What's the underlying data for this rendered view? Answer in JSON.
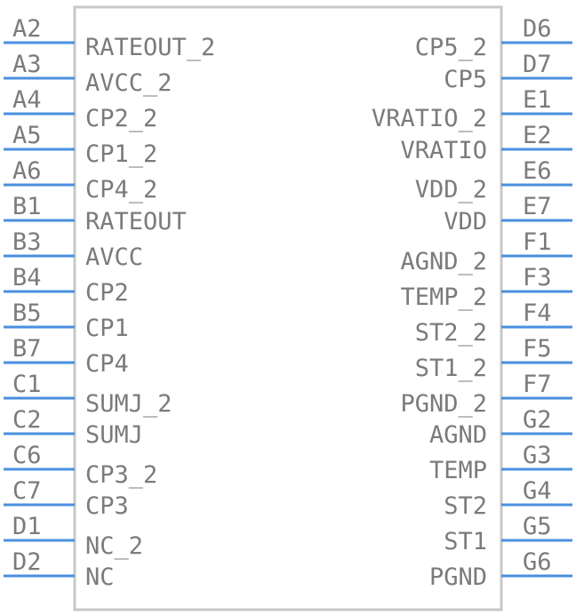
{
  "component": {
    "left_pins": [
      {
        "number": "A2",
        "name": "RATEOUT_2"
      },
      {
        "number": "A3",
        "name": "AVCC_2"
      },
      {
        "number": "A4",
        "name": "CP2_2"
      },
      {
        "number": "A5",
        "name": "CP1_2"
      },
      {
        "number": "A6",
        "name": "CP4_2"
      },
      {
        "number": "B1",
        "name": "RATEOUT"
      },
      {
        "number": "B3",
        "name": "AVCC"
      },
      {
        "number": "B4",
        "name": "CP2"
      },
      {
        "number": "B5",
        "name": "CP1"
      },
      {
        "number": "B7",
        "name": "CP4"
      },
      {
        "number": "C1",
        "name": "SUMJ_2"
      },
      {
        "number": "C2",
        "name": "SUMJ"
      },
      {
        "number": "C6",
        "name": "CP3_2"
      },
      {
        "number": "C7",
        "name": "CP3"
      },
      {
        "number": "D1",
        "name": "NC_2"
      },
      {
        "number": "D2",
        "name": "NC"
      }
    ],
    "right_pins": [
      {
        "number": "D6",
        "name": "CP5_2"
      },
      {
        "number": "D7",
        "name": "CP5"
      },
      {
        "number": "E1",
        "name": "VRATIO_2"
      },
      {
        "number": "E2",
        "name": "VRATIO"
      },
      {
        "number": "E6",
        "name": "VDD_2"
      },
      {
        "number": "E7",
        "name": "VDD"
      },
      {
        "number": "F1",
        "name": "AGND_2"
      },
      {
        "number": "F3",
        "name": "TEMP_2"
      },
      {
        "number": "F4",
        "name": "ST2_2"
      },
      {
        "number": "F5",
        "name": "ST1_2"
      },
      {
        "number": "F7",
        "name": "PGND_2"
      },
      {
        "number": "G2",
        "name": "AGND"
      },
      {
        "number": "G3",
        "name": "TEMP"
      },
      {
        "number": "G4",
        "name": "ST2"
      },
      {
        "number": "G5",
        "name": "ST1"
      },
      {
        "number": "G6",
        "name": "PGND"
      }
    ],
    "colors": {
      "pin_line": "#4a8fdf",
      "body_outline": "#c8c8c8",
      "text": "#7b7b7b"
    }
  }
}
